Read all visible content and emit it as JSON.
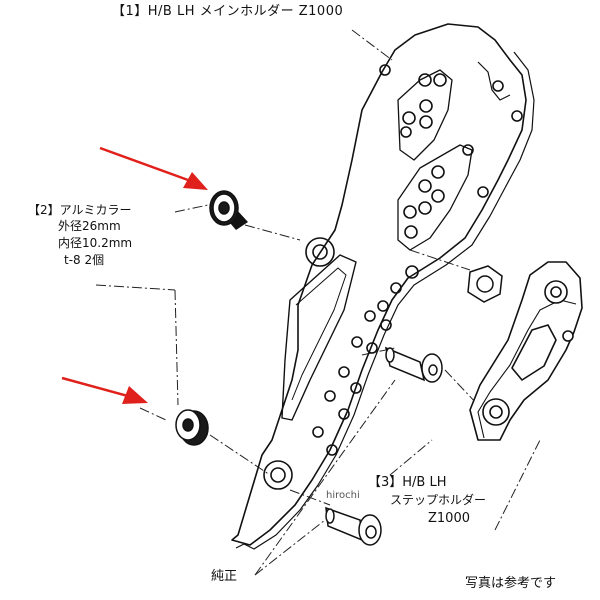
{
  "labels": {
    "main_holder": "【1】H/B LH メインホルダー Z1000",
    "spacer_name": "【2】アルミカラー",
    "spacer_od": "外径26mm",
    "spacer_id": "内径10.2mm",
    "spacer_qty": "t-8 2個",
    "step_holder_line1": "【3】H/B LH",
    "step_holder_line2": "ステップホルダー",
    "step_holder_line3": "Z1000",
    "genuine": "純正",
    "reference_note": "写真は参考です",
    "watermark": "hirochi"
  },
  "colors": {
    "line": "#111111",
    "arrow": "#e0201b",
    "background": "#ffffff"
  },
  "icons": {
    "arrow_upper": "red-arrow-icon",
    "arrow_lower": "red-arrow-icon"
  }
}
